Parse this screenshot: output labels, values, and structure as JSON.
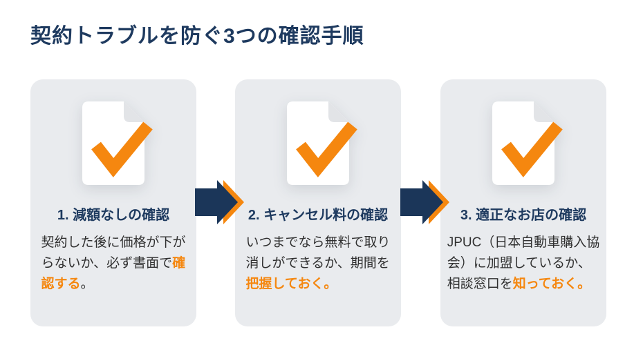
{
  "title": "契約トラブルを防ぐ3つの確認手順",
  "colors": {
    "navy": "#1E3A5F",
    "arrow_navy": "#1B3659",
    "orange": "#F5870F",
    "card_bg": "#E9EBEE",
    "body_text": "#303030",
    "page_white": "#FFFFFF",
    "fold_gray": "#E2E4E7"
  },
  "cards": [
    {
      "icon": "document-check-icon",
      "heading": "1. 減額なしの確認",
      "body_lines": [
        [
          {
            "t": "契約した後に価格が下が"
          }
        ],
        [
          {
            "t": "らないか、必ず書面で"
          },
          {
            "t": "確",
            "em": true
          }
        ],
        [
          {
            "t": "認する",
            "em": true
          },
          {
            "t": "。"
          }
        ]
      ]
    },
    {
      "icon": "document-check-icon",
      "heading": "2. キャンセル料の確認",
      "body_lines": [
        [
          {
            "t": "いつまでなら無料で取り"
          }
        ],
        [
          {
            "t": "消しができるか、期間を"
          }
        ],
        [
          {
            "t": "把握しておく",
            "em": true
          },
          {
            "t": "。",
            "em": true
          }
        ]
      ]
    },
    {
      "icon": "document-check-icon",
      "heading": "3. 適正なお店の確認",
      "body_lines": [
        [
          {
            "t": "JPUC（日本自動車購入協"
          }
        ],
        [
          {
            "t": "会）に加盟しているか、"
          }
        ],
        [
          {
            "t": "相談窓口を"
          },
          {
            "t": "知っておく",
            "em": true
          },
          {
            "t": "。",
            "em": true
          }
        ]
      ]
    }
  ],
  "arrows": [
    {
      "icon": "arrow-right-icon"
    },
    {
      "icon": "arrow-right-icon"
    }
  ]
}
